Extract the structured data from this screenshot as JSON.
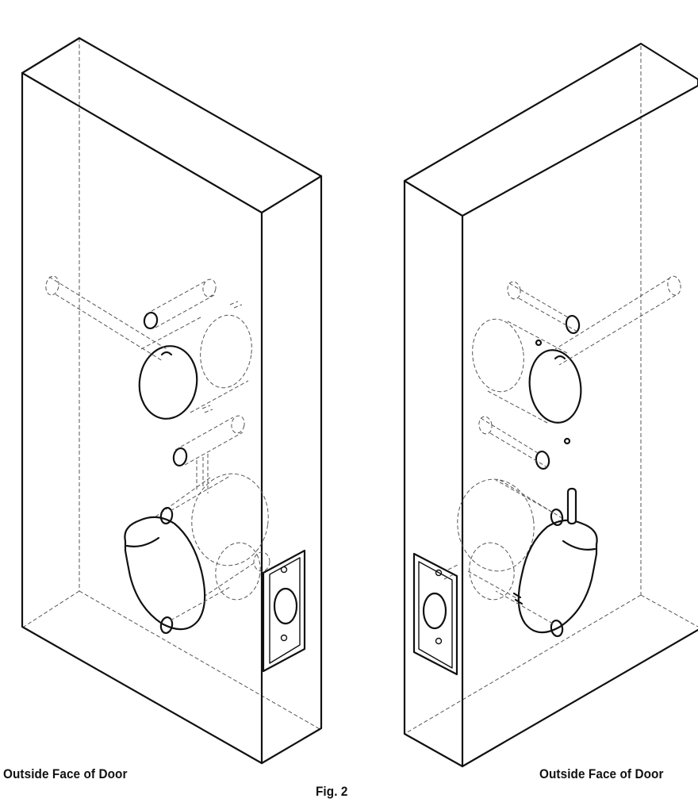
{
  "labels": {
    "left_caption": "Outside Face of Door",
    "right_caption": "Outside Face of Door",
    "figure": "Fig. 2"
  },
  "colors": {
    "line": "#111111",
    "hidden_line": "#555555",
    "background": "#ffffff"
  }
}
